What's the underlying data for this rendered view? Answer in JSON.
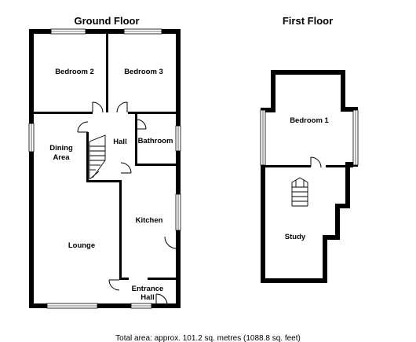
{
  "ground_floor": {
    "title": "Ground Floor",
    "rooms": {
      "bedroom_2": "Bedroom 2",
      "bedroom_3": "Bedroom 3",
      "hall": "Hall",
      "bathroom": "Bathroom",
      "dining_area_line1": "Dining",
      "dining_area_line2": "Area",
      "kitchen": "Kitchen",
      "lounge": "Lounge",
      "entrance_hall_line1": "Entrance",
      "entrance_hall_line2": "Hall"
    }
  },
  "first_floor": {
    "title": "First Floor",
    "rooms": {
      "bedroom_1": "Bedroom 1",
      "study": "Study"
    }
  },
  "footer": {
    "total_area": "Total area: approx. 101.2 sq. metres (1088.8 sq. feet)"
  }
}
